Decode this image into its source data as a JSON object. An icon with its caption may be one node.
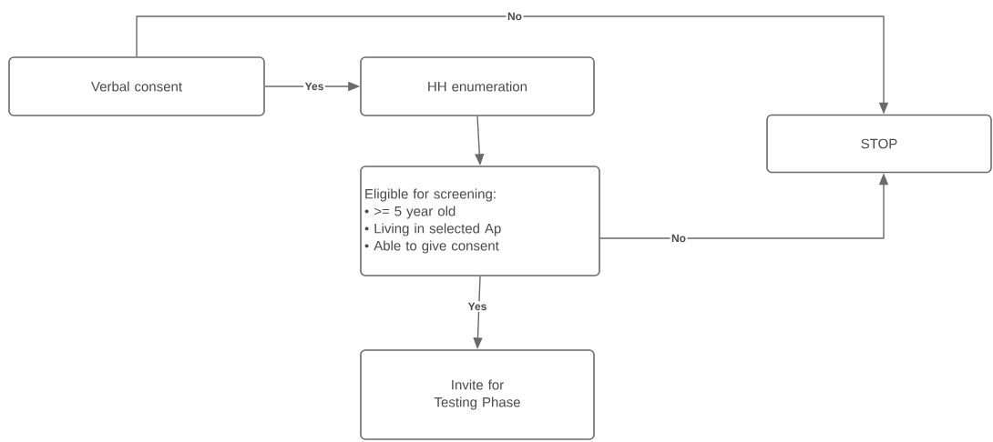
{
  "diagram": {
    "nodes": [
      {
        "text": [
          "Verbal consent"
        ]
      },
      {
        "text": [
          "HH enumeration"
        ]
      },
      {
        "text": [
          "STOP"
        ]
      },
      {
        "text": [
          "Eligible for screening:",
          "• >= 5 year old",
          "• Living in selected Ap",
          "• Able to give consent"
        ]
      },
      {
        "text": [
          "Invite for Testing Phase"
        ]
      }
    ],
    "edges": [
      {
        "from": 0,
        "to": 2,
        "arrow": "to",
        "label": "No"
      },
      {
        "from": 0,
        "to": 1,
        "arrow": "to",
        "label": "Yes"
      },
      {
        "from": 1,
        "to": 3,
        "arrow": "to"
      },
      {
        "from": 3,
        "to": 2,
        "arrow": "to",
        "label": "No"
      },
      {
        "from": 3,
        "to": 4,
        "arrow": "to",
        "label": "Yes"
      }
    ]
  }
}
